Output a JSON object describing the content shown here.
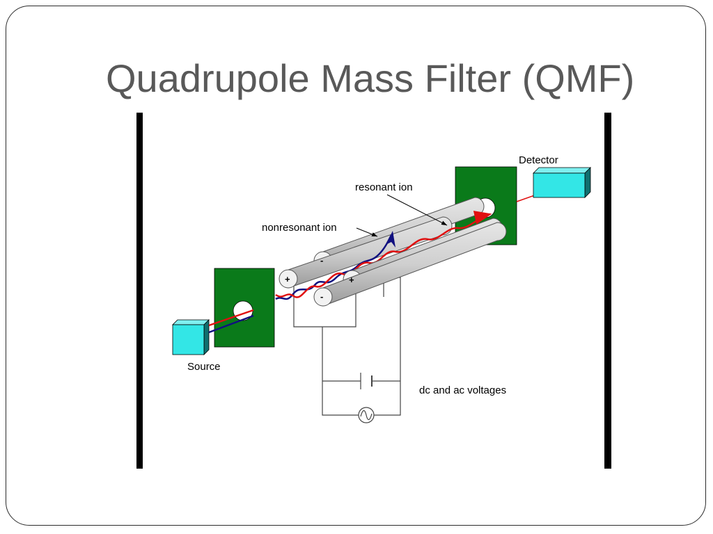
{
  "slide": {
    "title": "Quadrupole Mass Filter (QMF)"
  },
  "diagram": {
    "labels": {
      "source": "Source",
      "detector": "Detector",
      "resonant_ion": "resonant ion",
      "nonresonant_ion": "nonresonant ion",
      "voltages": "dc and ac voltages"
    },
    "rod_polarity": {
      "top": "-",
      "left": "+",
      "right": "+",
      "bottom": "-"
    },
    "colors": {
      "aperture_plate": "#0a7a1a",
      "source_block": "#33e6e6",
      "detector_block": "#33e6e6",
      "rods": "#c8c8c8",
      "resonant_path": "#e01010",
      "nonresonant_path": "#101080"
    }
  }
}
